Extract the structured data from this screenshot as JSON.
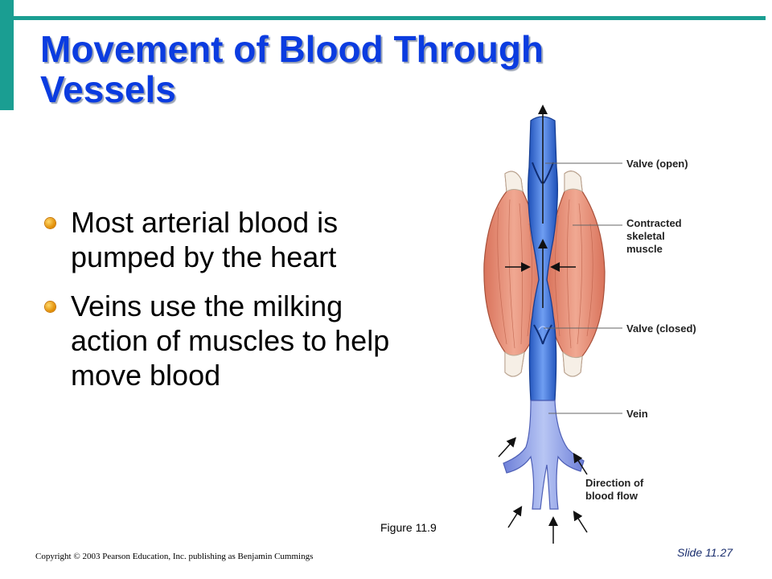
{
  "slide": {
    "title": "Movement of Blood Through Vessels",
    "bullets": [
      {
        "text": "Most arterial blood is pumped by the heart"
      },
      {
        "text": "Veins use the milking action  of muscles to help move blood"
      }
    ],
    "figure_caption": "Figure 11.9",
    "copyright": "Copyright © 2003 Pearson Education, Inc. publishing as Benjamin Cummings",
    "slide_number": "Slide 11.27"
  },
  "diagram": {
    "labels": {
      "valve_open": "Valve (open)",
      "muscle_line1": "Contracted",
      "muscle_line2": "skeletal",
      "muscle_line3": "muscle",
      "valve_closed": "Valve (closed)",
      "vein": "Vein",
      "flow_line1": "Direction of",
      "flow_line2": "blood flow"
    }
  },
  "colors": {
    "accent": "#1a9e92",
    "title": "#0b3ce0",
    "vein": "#3b6fd8",
    "muscle": "#e08870"
  }
}
